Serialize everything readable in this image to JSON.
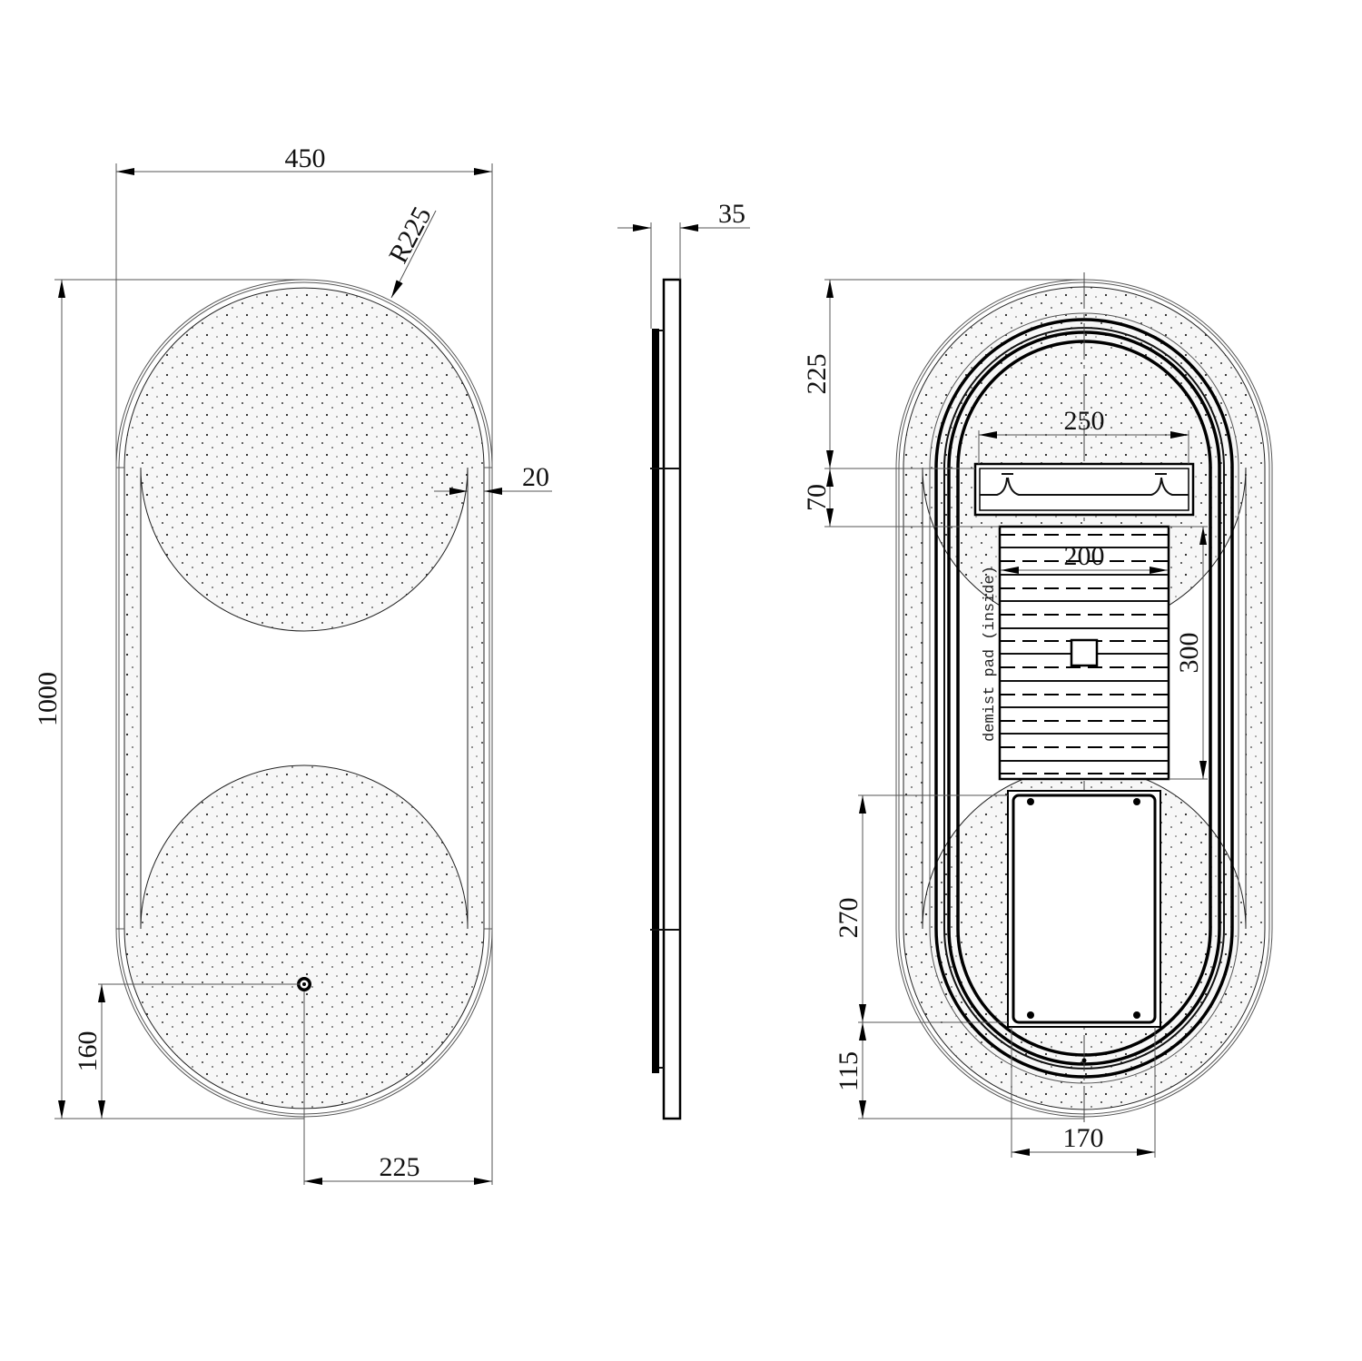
{
  "drawing": {
    "title": "Oval LED mirror technical drawing",
    "front_view": {
      "overall_width": "450",
      "corner_radius": "R225",
      "overall_height": "1000",
      "frame_band_width": "20",
      "switch_height": "160",
      "switch_offset": "225"
    },
    "side_view": {
      "depth": "35"
    },
    "rear_view": {
      "top_to_bracket": "225",
      "bracket_height": "70",
      "bracket_width": "250",
      "demist_pad_width": "200",
      "demist_pad_height": "300",
      "demist_pad_label": "demist pad (inside)",
      "driver_box_height": "270",
      "driver_box_bottom_offset": "115",
      "driver_box_width": "170"
    }
  },
  "colors": {
    "line": "#000000",
    "dimension": "#555555",
    "background": "#ffffff",
    "frosted_band": "#f6f6f6"
  }
}
